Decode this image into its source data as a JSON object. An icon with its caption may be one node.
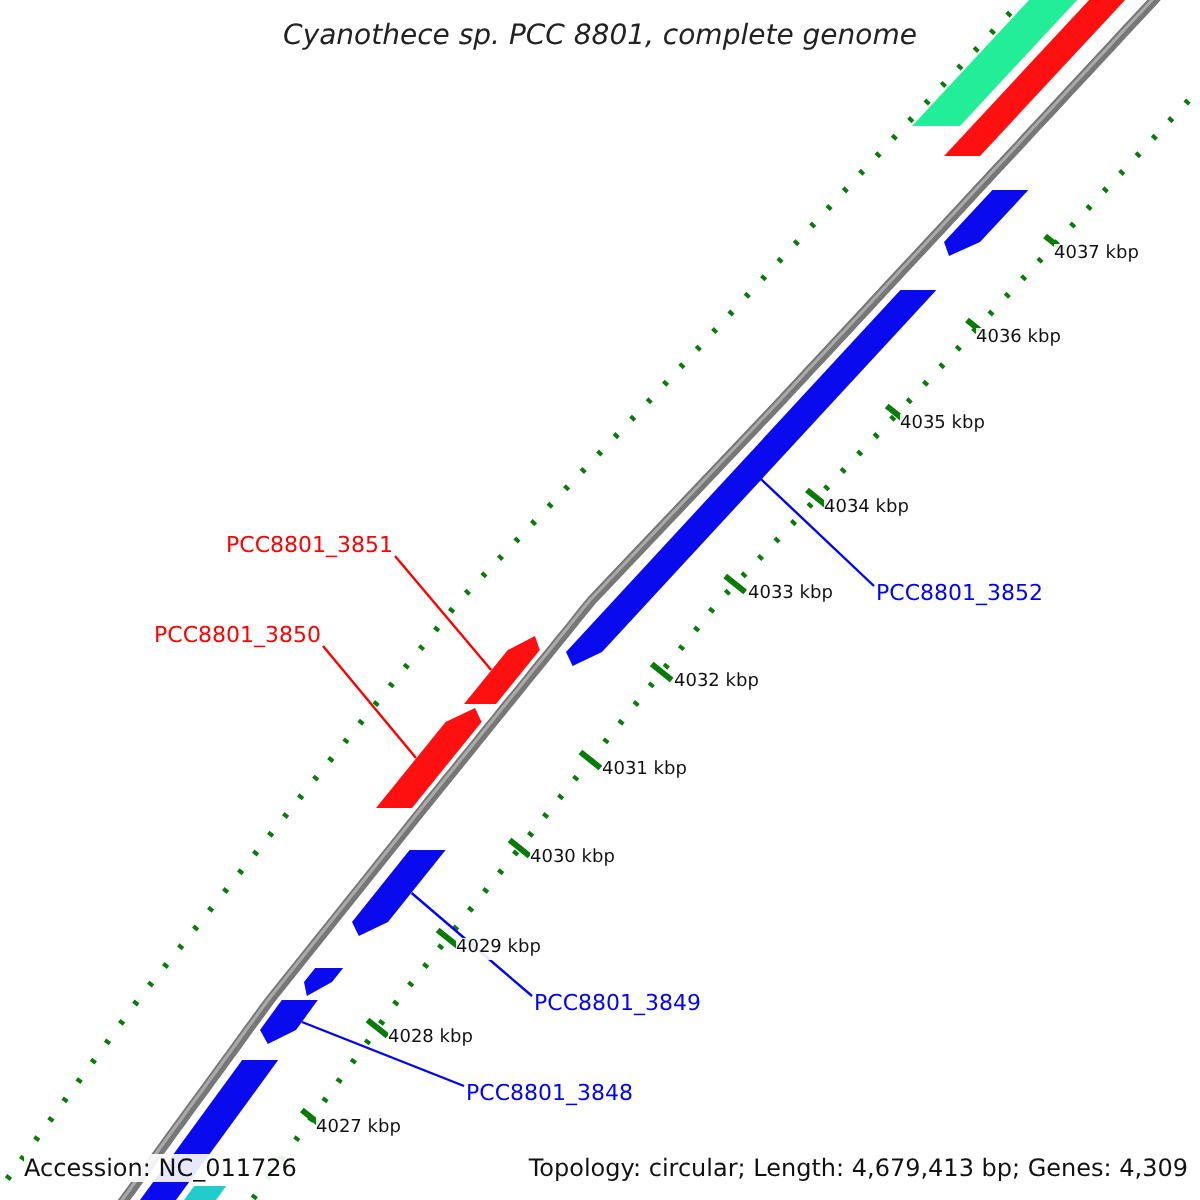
{
  "diagram": {
    "title": "Cyanothece sp. PCC 8801, complete genome",
    "nodes": [
      {
        "text": [
          "PCC8801_3851"
        ]
      },
      {
        "text": [],
        "shape": "bar"
      },
      {
        "text": [
          "PCC8801_3850"
        ]
      },
      {
        "text": [],
        "shape": "bar"
      },
      {
        "text": [
          "PCC8801_3852"
        ]
      },
      {
        "text": [],
        "shape": "bar"
      },
      {
        "text": [
          "PCC8801_3849"
        ]
      },
      {
        "text": [],
        "shape": "bar"
      },
      {
        "text": [
          "PCC8801_3848"
        ]
      },
      {
        "text": [],
        "shape": "bar"
      },
      {
        "text": [],
        "shape": "bar"
      },
      {
        "text": [],
        "shape": "bar"
      },
      {
        "text": [],
        "shape": "bar"
      },
      {
        "text": [],
        "shape": "bar"
      },
      {
        "text": [],
        "shape": "bar"
      },
      {
        "text": [],
        "shape": "bar"
      }
    ],
    "edges": [
      {
        "from": 0,
        "to": 1,
        "arrow": "none",
        "color": "#ff0000"
      },
      {
        "from": 2,
        "to": 3,
        "arrow": "none",
        "color": "#ff0000"
      },
      {
        "from": 4,
        "to": 5,
        "arrow": "none"
      },
      {
        "from": 6,
        "to": 7,
        "arrow": "none"
      },
      {
        "from": 8,
        "to": 9,
        "arrow": "none"
      }
    ],
    "labels": [
      "4037 kbp",
      "4036 kbp",
      "4035 kbp",
      "4034 kbp",
      "4033 kbp",
      "4032 kbp",
      "4031 kbp",
      "4030 kbp",
      "4029 kbp",
      "4028 kbp",
      "4027 kbp",
      "Accession: NC_011726",
      "Topology: circular; Length: 4,679,413 bp; Genes: 4,309"
    ]
  }
}
